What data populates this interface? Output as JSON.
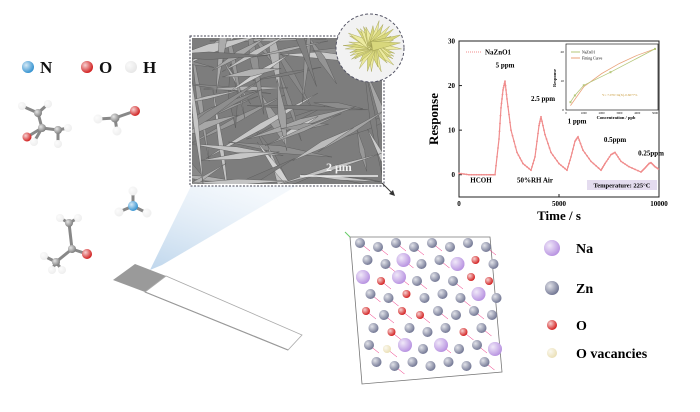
{
  "atom_legend_top": [
    {
      "label": "N",
      "color": "#2e8fcf"
    },
    {
      "label": "O",
      "color": "#d01818"
    },
    {
      "label": "H",
      "color": "#e6e6e6"
    }
  ],
  "sem": {
    "scale_bar": "2 μm"
  },
  "atom_legend_lattice": [
    {
      "label": "Na",
      "color": "#b690e0"
    },
    {
      "label": "Zn",
      "color": "#6e7391"
    },
    {
      "label": "O",
      "color": "#d21a1a"
    },
    {
      "label": "O vacancies",
      "color": "#eadfb4"
    }
  ],
  "chart_data": {
    "type": "line",
    "xlabel": "Time / s",
    "ylabel": "Response",
    "xlim": [
      0,
      10000
    ],
    "ylim": [
      -5,
      30
    ],
    "xticks": [
      "0",
      "5000",
      "10000"
    ],
    "yticks": [
      "0",
      "10",
      "20",
      "30"
    ],
    "legend": "top-left",
    "series": [
      {
        "name": "NaZnO1",
        "color": "#f08c8c",
        "x": [
          0,
          500,
          1000,
          1500,
          1800,
          2000,
          2100,
          2200,
          2300,
          2400,
          2600,
          2900,
          3200,
          3600,
          3800,
          4000,
          4100,
          4300,
          4600,
          5000,
          5400,
          5600,
          5800,
          5950,
          6200,
          6600,
          7100,
          7300,
          7600,
          7800,
          8100,
          8500,
          9100,
          9300,
          9500,
          9600,
          9800,
          10000
        ],
        "y": [
          0.3,
          0,
          0,
          0,
          0,
          8,
          15,
          19,
          21,
          17,
          10,
          5,
          2.5,
          1,
          4,
          11,
          13,
          9,
          5,
          2.5,
          1,
          4,
          7.5,
          8.5,
          5.5,
          3,
          1,
          2.5,
          4.5,
          5,
          3,
          1.8,
          0.6,
          1.5,
          2.5,
          2.7,
          1.8,
          1.2
        ]
      }
    ],
    "annotations": [
      {
        "text": "5 ppm",
        "x": 2300,
        "y": 24
      },
      {
        "text": "2.5 ppm",
        "x": 4200,
        "y": 16.5
      },
      {
        "text": "1 ppm",
        "x": 5900,
        "y": 11.5
      },
      {
        "text": "0.5ppm",
        "x": 7800,
        "y": 7.3
      },
      {
        "text": "0.25ppm",
        "x": 9600,
        "y": 4.3
      },
      {
        "text": "HCOH",
        "x": 1100,
        "y": -1.8
      },
      {
        "text": "50%RH Air",
        "x": 3800,
        "y": -1.8
      }
    ],
    "temperature_label": "Temperature: 225°C",
    "inset": {
      "type": "scatter",
      "xlabel": "Concentration / ppb",
      "ylabel": "Response",
      "xlim": [
        0,
        5000
      ],
      "ylim": [
        0,
        22
      ],
      "xticks": [
        "0",
        "1000",
        "2000",
        "3000",
        "4000",
        "5000"
      ],
      "yticks": [
        "0",
        "10",
        "20"
      ],
      "series": [
        {
          "name": "NaZnO1",
          "x": [
            250,
            500,
            1000,
            2500,
            5000
          ],
          "y": [
            2.7,
            5,
            8.5,
            13,
            21
          ]
        },
        {
          "name": "Fitting Curve",
          "x": [
            250,
            1000,
            2000,
            3000,
            4000,
            5000
          ],
          "y": [
            1.5,
            8,
            12.5,
            16,
            18.8,
            21
          ]
        }
      ],
      "equation": "Y= 7.076×ln(X)-0.6077%"
    }
  }
}
